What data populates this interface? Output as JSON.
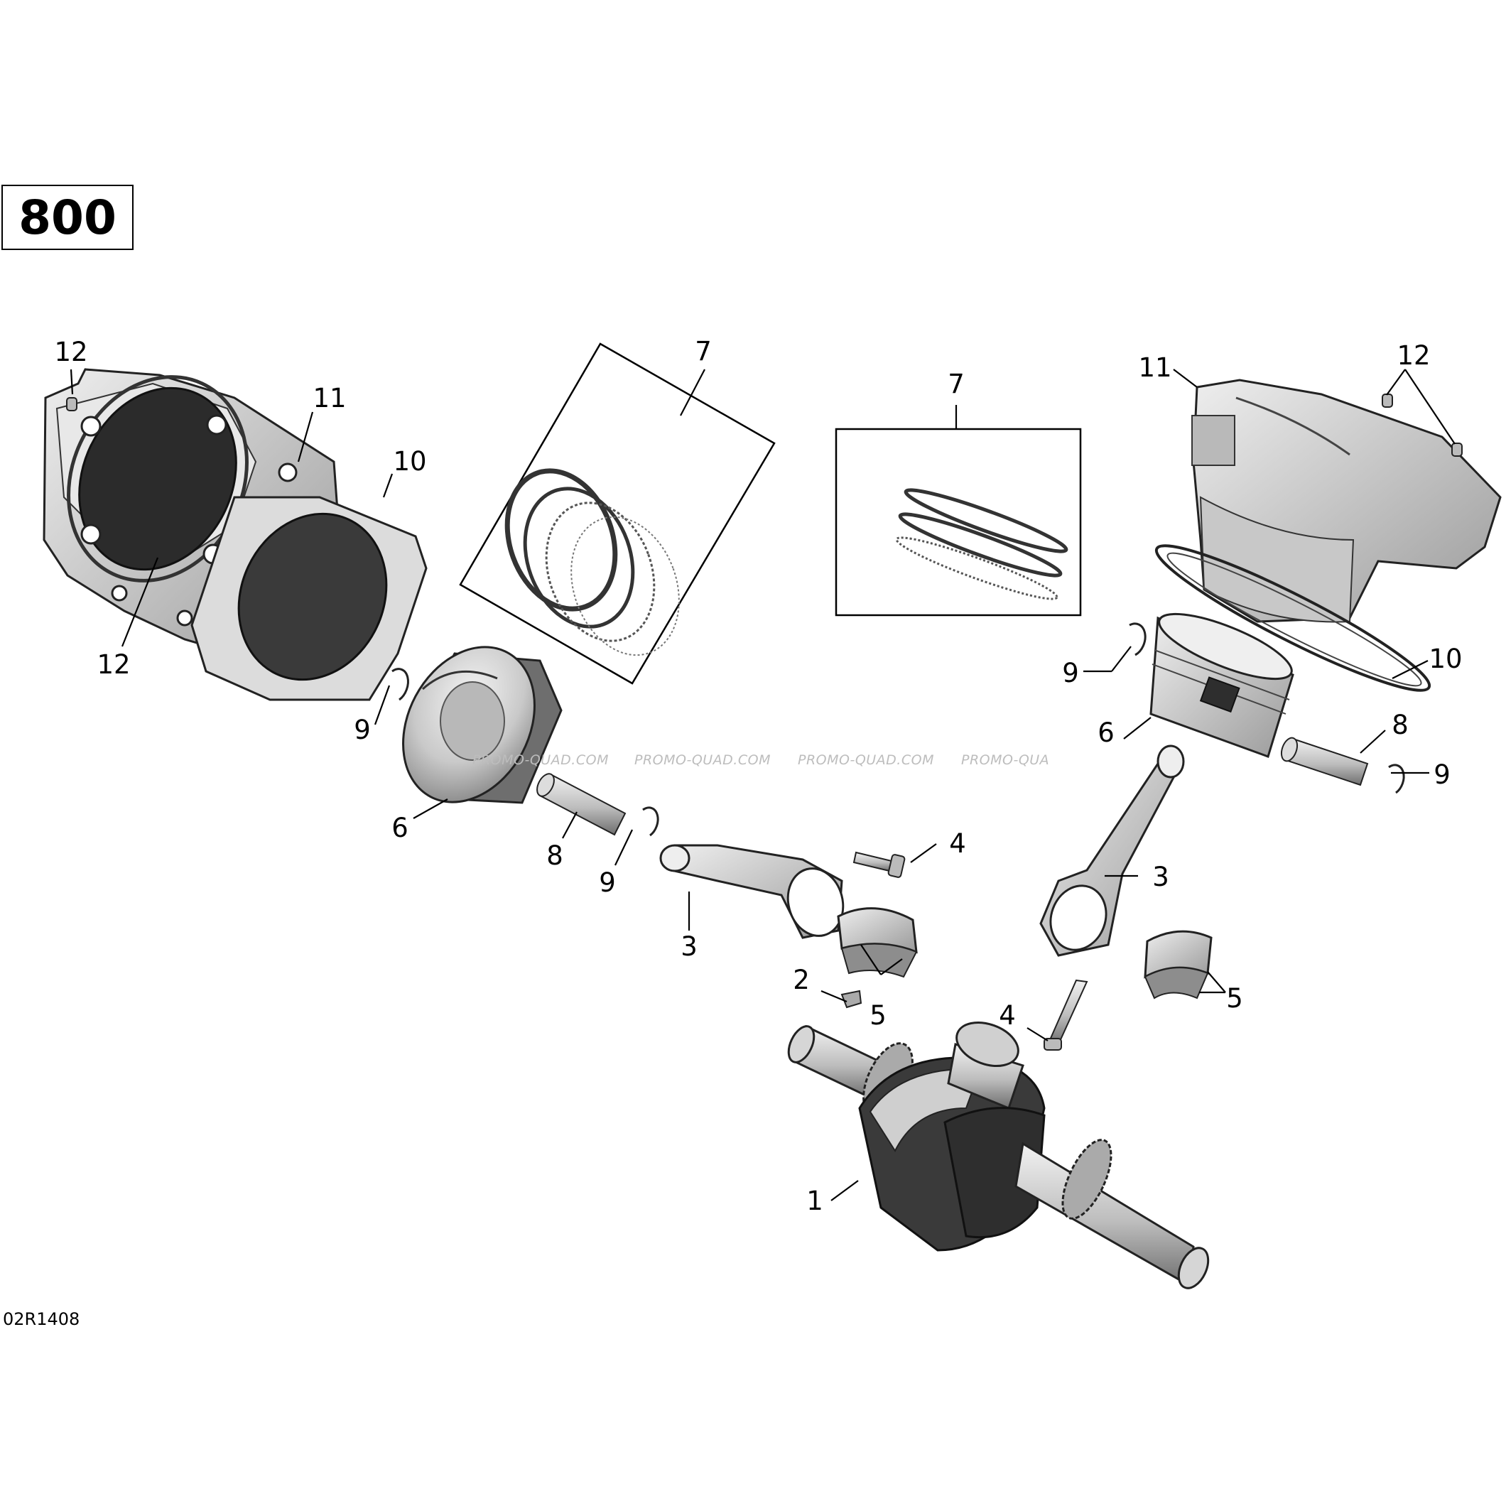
{
  "model_label": "800",
  "figure_code": "02R1408",
  "watermark_text": "PROMO-QUAD.COM",
  "watermark_text_clipped": "PROMO-QUA",
  "callouts": {
    "c1": "1",
    "c2": "2",
    "c3a": "3",
    "c3b": "3",
    "c4a": "4",
    "c4b": "4",
    "c5a": "5",
    "c5b": "5",
    "c6a": "6",
    "c6b": "6",
    "c7a": "7",
    "c7b": "7",
    "c8a": "8",
    "c8b": "8",
    "c9a": "9",
    "c9b": "9",
    "c9c": "9",
    "c9d": "9",
    "c10a": "10",
    "c10b": "10",
    "c11a": "11",
    "c11b": "11",
    "c12a": "12",
    "c12b": "12",
    "c12c": "12"
  }
}
